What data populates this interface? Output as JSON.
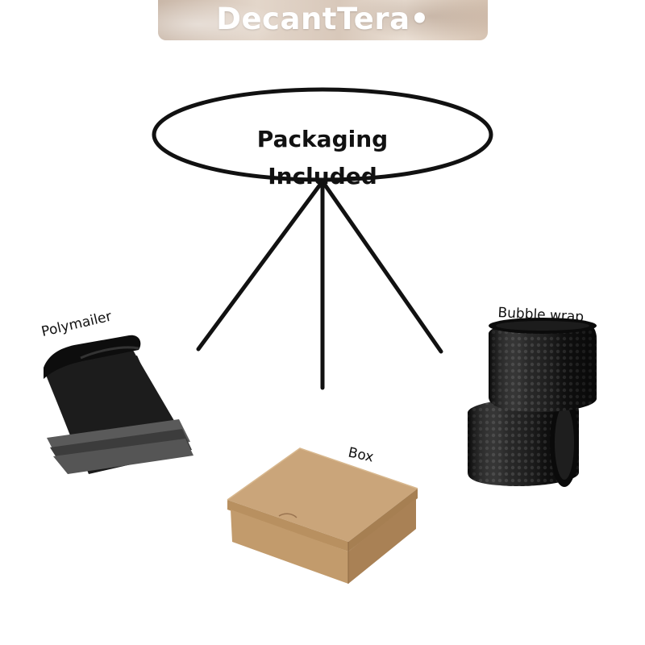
{
  "brand": {
    "name": "DecantTera•"
  },
  "diagram": {
    "center_label": "Packaging Included",
    "items": [
      {
        "label": "Polymailer",
        "icon": "polymailer-image"
      },
      {
        "label": "Box",
        "icon": "cardboard-box-image"
      },
      {
        "label": "Bubble wrap",
        "icon": "bubble-wrap-image"
      }
    ]
  },
  "colors": {
    "line": "#111111",
    "banner": "#d8c8ba",
    "cardboard": "#caa57a",
    "black_product": "#111111"
  }
}
